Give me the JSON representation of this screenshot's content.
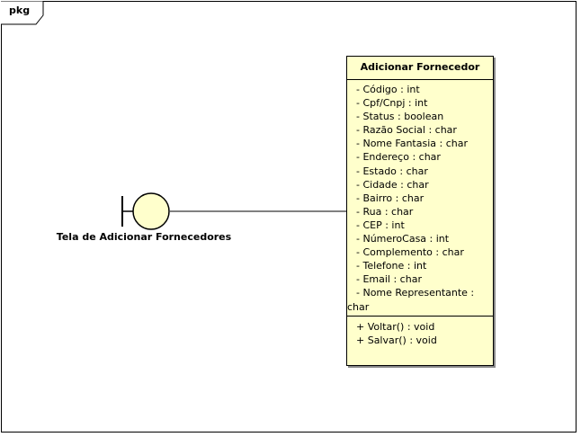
{
  "package": {
    "label": "pkg"
  },
  "boundary": {
    "label": "Tela de Adicionar Fornecedores"
  },
  "class": {
    "name": "Adicionar Fornecedor",
    "attributes": [
      "- Código : int",
      "- Cpf/Cnpj : int",
      "- Status : boolean",
      "- Razão Social : char",
      "- Nome Fantasia : char",
      "- Endereço : char",
      "- Estado : char",
      "- Cidade : char",
      "- Bairro : char",
      "- Rua : char",
      "- CEP : int",
      "- NúmeroCasa : int",
      "- Complemento : char",
      "- Telefone : int",
      "- Email : char",
      "- Nome Representante :",
      "char"
    ],
    "operations": [
      "+ Voltar() : void",
      "+ Salvar() : void"
    ]
  }
}
